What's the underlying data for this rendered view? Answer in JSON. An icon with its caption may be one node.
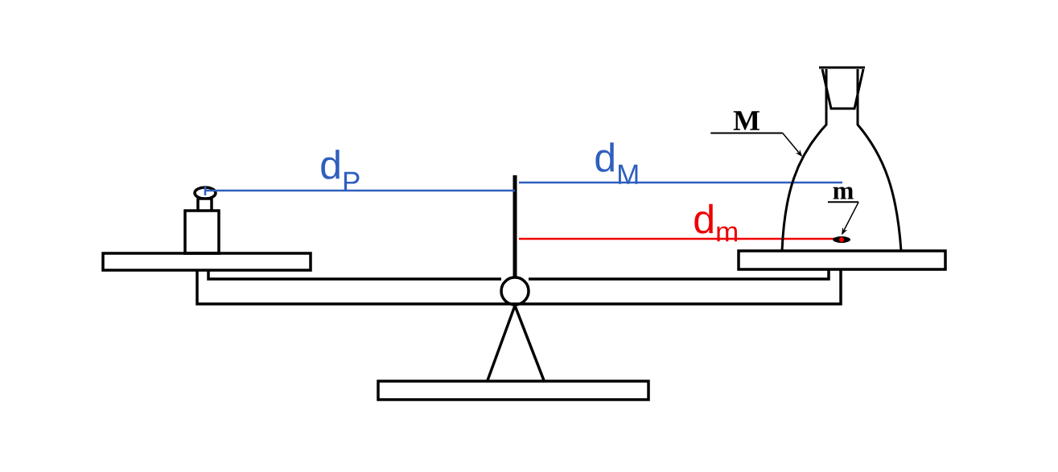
{
  "diagram": {
    "nodes": [
      {
        "text": [
          "M"
        ]
      },
      {
        "text": [],
        "shape": "picture"
      },
      {
        "text": [
          "m"
        ],
        "in": 1
      },
      {
        "text": [],
        "shape": "picture",
        "in": 1
      }
    ],
    "edges": [
      {
        "from": 0,
        "to": 1,
        "arrow": "to"
      },
      {
        "from": 2,
        "to": 3,
        "arrow": "to"
      }
    ],
    "labels": [
      "d$_{P}$",
      "d$_{M}$",
      "d$_{m}$"
    ]
  }
}
